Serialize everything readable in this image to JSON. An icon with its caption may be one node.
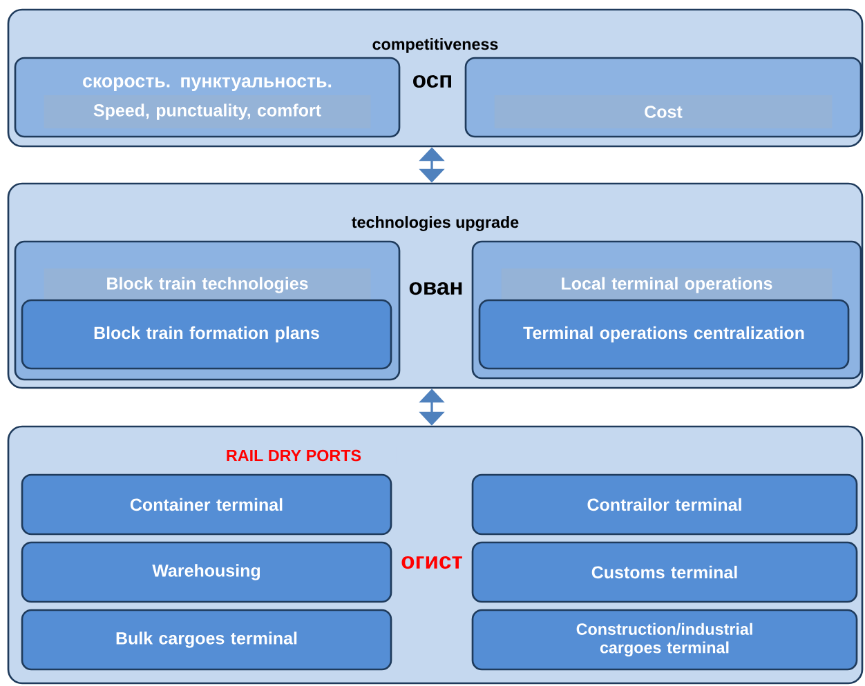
{
  "diagram": {
    "nodes": [
      {
        "text": [
          "competitiveness"
        ]
      },
      {
        "text": [
          "скорость. пунктуальность.",
          "Speed, punctuality, comfort"
        ],
        "in": 0
      },
      {
        "text": [
          "Cost"
        ],
        "in": 0
      },
      {
        "text": [
          "technologies upgrade"
        ]
      },
      {
        "text": [
          "Block train technologies"
        ],
        "in": 3
      },
      {
        "text": [
          "Block train formation plans"
        ],
        "in": 4
      },
      {
        "text": [
          "Local terminal operations"
        ],
        "in": 3
      },
      {
        "text": [
          "Terminal operations centralization"
        ],
        "in": 6
      },
      {
        "text": [
          "RAIL DRY PORTS"
        ]
      },
      {
        "text": [
          "Container terminal"
        ],
        "in": 8
      },
      {
        "text": [
          "Contrailor terminal"
        ],
        "in": 8
      },
      {
        "text": [
          "Warehousing"
        ],
        "in": 8
      },
      {
        "text": [
          "Customs terminal"
        ],
        "in": 8
      },
      {
        "text": [
          "Bulk cargoes terminal"
        ],
        "in": 8
      },
      {
        "text": [
          "Construction/industrial cargoes terminal"
        ],
        "in": 8
      }
    ],
    "edges": [
      {
        "from": 0,
        "to": 3,
        "arrow": "both"
      },
      {
        "from": 3,
        "to": 8,
        "arrow": "both"
      }
    ],
    "labels": [
      "осп",
      "ован",
      "огист"
    ]
  }
}
